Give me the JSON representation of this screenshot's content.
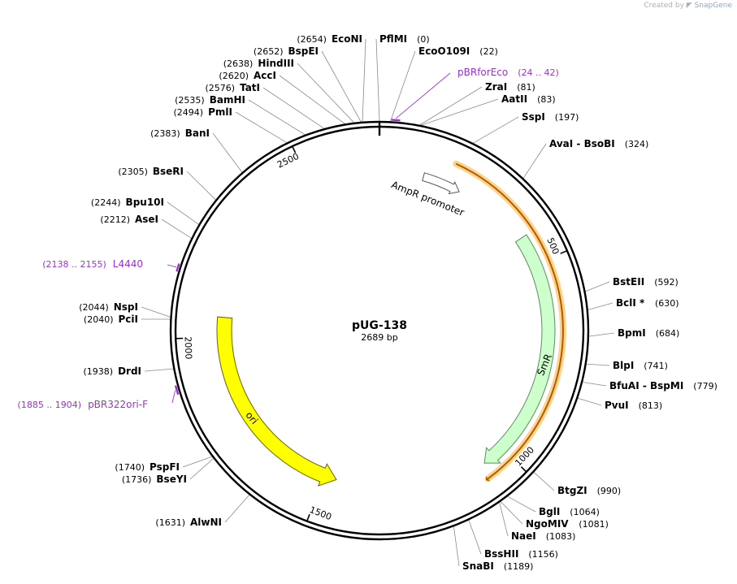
{
  "credit": {
    "prefix": "Created by",
    "brand": "SnapGene"
  },
  "plasmid": {
    "name": "pUG-138",
    "size": "2689 bp",
    "length": 2689
  },
  "colors": {
    "primer": "#9933cc",
    "ori": "#ffff00",
    "smr": "#ccffcc",
    "orf_line": "#b35a00",
    "orf_glow": "#ffd48a",
    "promoter": "#ffffff"
  },
  "ticks": [
    {
      "pos": 500,
      "label": "500"
    },
    {
      "pos": 1000,
      "label": "1000"
    },
    {
      "pos": 1500,
      "label": "1500"
    },
    {
      "pos": 2000,
      "label": "2000"
    },
    {
      "pos": 2500,
      "label": "2500"
    }
  ],
  "features": [
    {
      "label": "AmpR promoter",
      "start": 119,
      "end": 223
    },
    {
      "label": "SmR",
      "start": 425,
      "end": 1058
    },
    {
      "label": "ori",
      "start": 1465,
      "end": 2053
    },
    {
      "label": "",
      "start": 184,
      "end": 1080
    }
  ],
  "primers": [
    {
      "label": "pBRforEco",
      "range": "(24 .. 42)",
      "start": 24,
      "end": 42
    },
    {
      "label": "L4440",
      "range": "(2138 .. 2155)",
      "start": 2138,
      "end": 2155
    },
    {
      "label": "pBR322ori-F",
      "range": "(1885 .. 1904)",
      "start": 1885,
      "end": 1904
    }
  ],
  "sites": [
    {
      "name": "EcoNI",
      "pos": "(2654)",
      "at": 2654
    },
    {
      "name": "BspEI",
      "pos": "(2652)",
      "at": 2652
    },
    {
      "name": "HindIII",
      "pos": "(2638)",
      "at": 2638
    },
    {
      "name": "AccI",
      "pos": "(2620)",
      "at": 2620
    },
    {
      "name": "TatI",
      "pos": "(2576)",
      "at": 2576
    },
    {
      "name": "BamHI",
      "pos": "(2535)",
      "at": 2535
    },
    {
      "name": "PmlI",
      "pos": "(2494)",
      "at": 2494
    },
    {
      "name": "BanI",
      "pos": "(2383)",
      "at": 2383
    },
    {
      "name": "BseRI",
      "pos": "(2305)",
      "at": 2305
    },
    {
      "name": "Bpu10I",
      "pos": "(2244)",
      "at": 2244
    },
    {
      "name": "AseI",
      "pos": "(2212)",
      "at": 2212
    },
    {
      "name": "NspI",
      "pos": "(2044)",
      "at": 2044
    },
    {
      "name": "PciI",
      "pos": "(2040)",
      "at": 2040
    },
    {
      "name": "DrdI",
      "pos": "(1938)",
      "at": 1938
    },
    {
      "name": "PspFI",
      "pos": "(1740)",
      "at": 1740
    },
    {
      "name": "BseYI",
      "pos": "(1736)",
      "at": 1736
    },
    {
      "name": "AlwNI",
      "pos": "(1631)",
      "at": 1631
    },
    {
      "name": "PflMI",
      "pos": "(0)",
      "at": 0
    },
    {
      "name": "EcoO109I",
      "pos": "(22)",
      "at": 22
    },
    {
      "name": "ZraI",
      "pos": "(81)",
      "at": 81
    },
    {
      "name": "AatII",
      "pos": "(83)",
      "at": 83
    },
    {
      "name": "SspI",
      "pos": "(197)",
      "at": 197
    },
    {
      "name": "AvaI  -  BsoBI",
      "pos": "(324)",
      "at": 324
    },
    {
      "name": "BstEII",
      "pos": "(592)",
      "at": 592
    },
    {
      "name": "BclI *",
      "pos": "(630)",
      "at": 630
    },
    {
      "name": "BpmI",
      "pos": "(684)",
      "at": 684
    },
    {
      "name": "BlpI",
      "pos": "(741)",
      "at": 741
    },
    {
      "name": "BfuAI  -  BspMI",
      "pos": "(779)",
      "at": 779
    },
    {
      "name": "PvuI",
      "pos": "(813)",
      "at": 813
    },
    {
      "name": "BtgZI",
      "pos": "(990)",
      "at": 990
    },
    {
      "name": "BglI",
      "pos": "(1064)",
      "at": 1064
    },
    {
      "name": "NgoMIV",
      "pos": "(1081)",
      "at": 1081
    },
    {
      "name": "NaeI",
      "pos": "(1083)",
      "at": 1083
    },
    {
      "name": "BssHII",
      "pos": "(1156)",
      "at": 1156
    },
    {
      "name": "SnaBI",
      "pos": "(1189)",
      "at": 1189
    }
  ]
}
